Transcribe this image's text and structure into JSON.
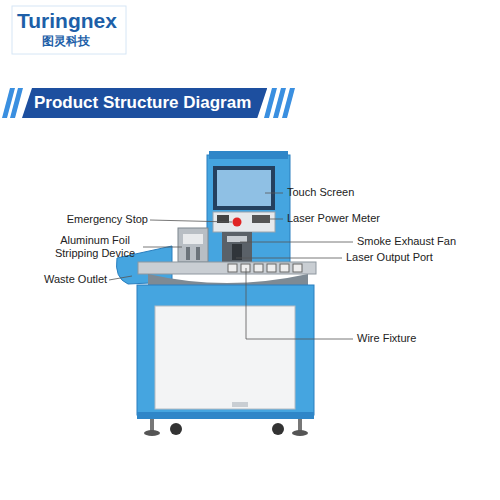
{
  "diagram": {
    "title": "Product Structure Diagram",
    "labels": [
      "Turingnex",
      "图灵科技",
      "Touch Screen",
      "Emergency Stop",
      "Laser Power Meter",
      "Aluminum Foil Stripping Device",
      "Smoke Exhaust Fan",
      "Laser Output Port",
      "Waste Outlet",
      "Wire Fixture"
    ]
  }
}
